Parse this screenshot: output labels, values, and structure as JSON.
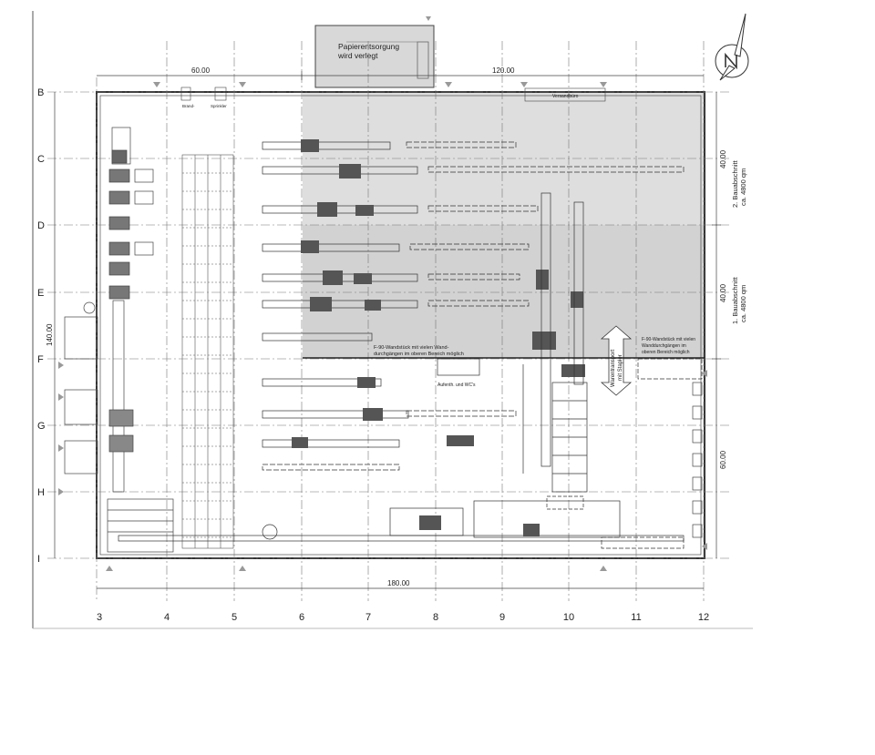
{
  "plan": {
    "row_labels": [
      "B",
      "C",
      "D",
      "E",
      "F",
      "G",
      "H",
      "I"
    ],
    "column_labels": [
      "3",
      "4",
      "5",
      "6",
      "7",
      "8",
      "9",
      "10",
      "11",
      "12"
    ],
    "dimensions": {
      "top_left": "60.00",
      "top_right": "120.00",
      "bottom": "180.00",
      "left": "140.00",
      "right_upper": "40.00",
      "right_middle": "40.00",
      "right_lower": "60.00"
    },
    "annex": {
      "line1": "Papierentsorgung",
      "line2": "wird verlegt"
    },
    "construction_phases": [
      {
        "line1": "2. Bauabschnitt",
        "line2": "ca. 4800 qm"
      },
      {
        "line1": "1. Bauabschnitt",
        "line2": "ca. 4800 qm"
      }
    ],
    "notes": {
      "fire_wall_center_1": "F-90-Wandstück mit vielen Wand-",
      "fire_wall_center_2": "durchgängen im oberen Bereich möglich",
      "fire_wall_right_1": "F-90-Wandstück mit vielen",
      "fire_wall_right_2": "Wanddurchgängen im",
      "fire_wall_right_3": "oberen Bereich möglich",
      "transport_1": "Warentransport",
      "transport_2": "mit Stapler",
      "washrooms": "Aufenth. und WC's",
      "small_top_left": "Brand-",
      "small_top_mid": "Sprinkler",
      "small_top_right": "Versandbüro"
    }
  }
}
